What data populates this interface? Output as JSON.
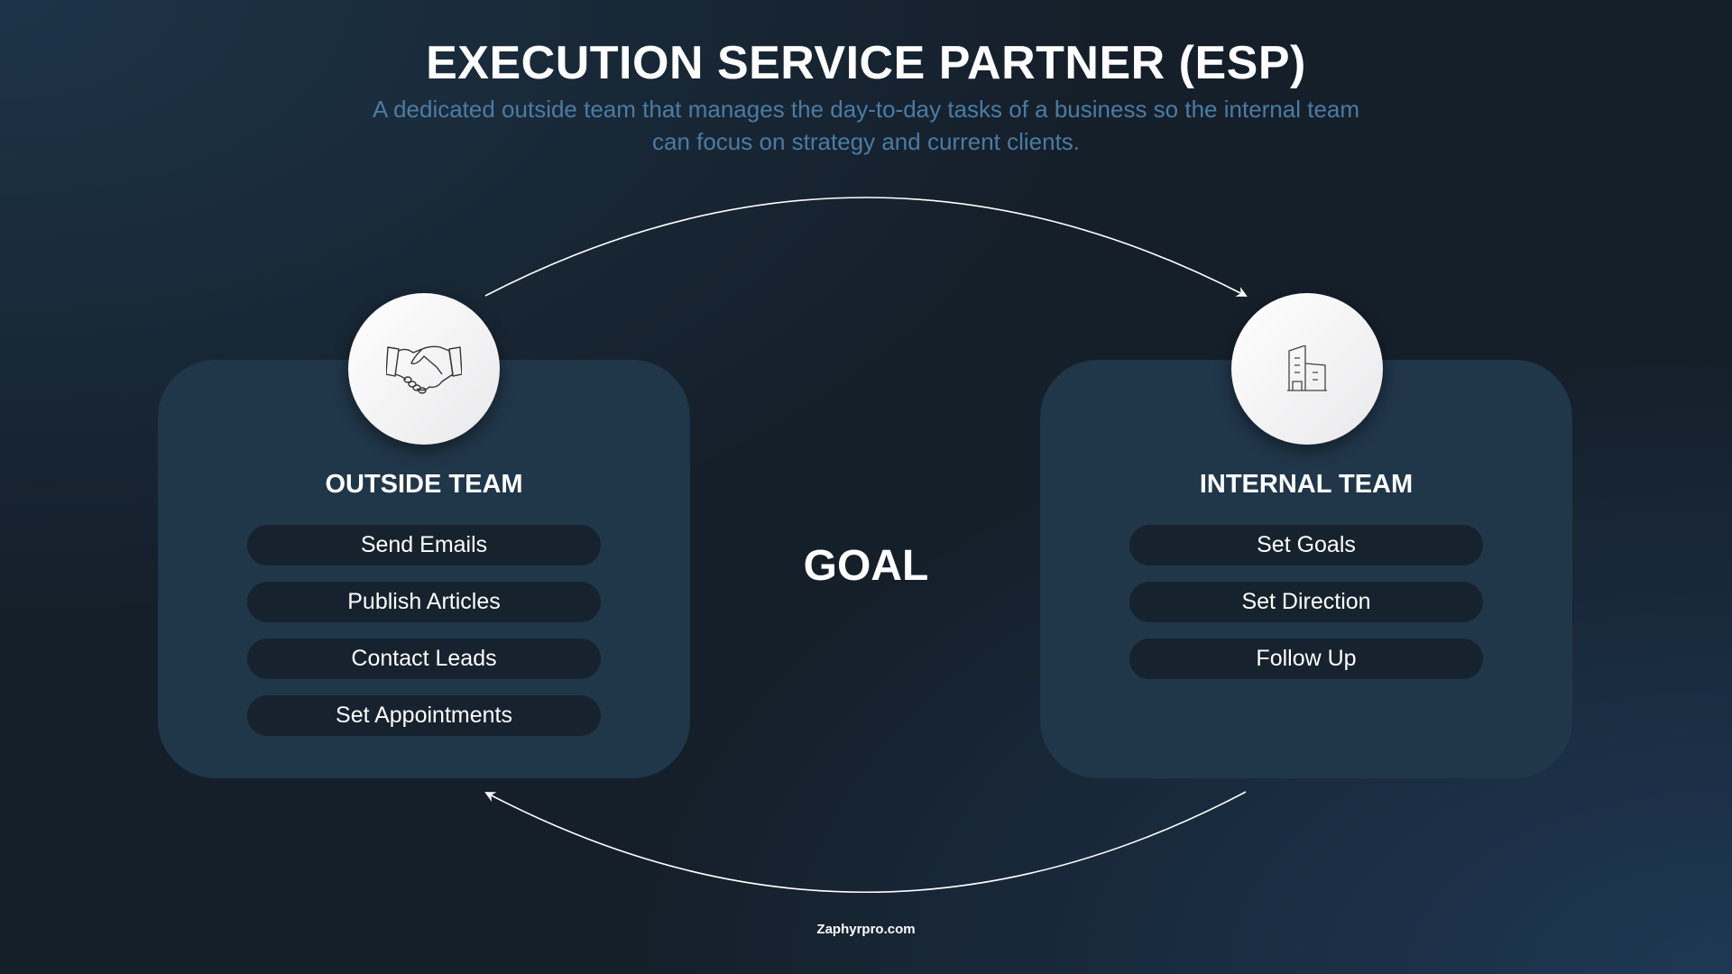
{
  "header": {
    "title": "EXECUTION SERVICE PARTNER (ESP)",
    "subtitle_line1": "A dedicated outside team that manages the day-to-day tasks of a business so the internal team",
    "subtitle_line2": "can focus on strategy and current clients."
  },
  "outside_team": {
    "icon": "handshake-icon",
    "title": "OUTSIDE TEAM",
    "items": [
      "Send Emails",
      "Publish Articles",
      "Contact Leads",
      "Set Appointments"
    ]
  },
  "internal_team": {
    "icon": "building-icon",
    "title": "INTERNAL TEAM",
    "items": [
      "Set Goals",
      "Set Direction",
      "Follow Up"
    ]
  },
  "center": {
    "label": "GOAL"
  },
  "footer": {
    "text": "Zaphyrpro.com"
  }
}
